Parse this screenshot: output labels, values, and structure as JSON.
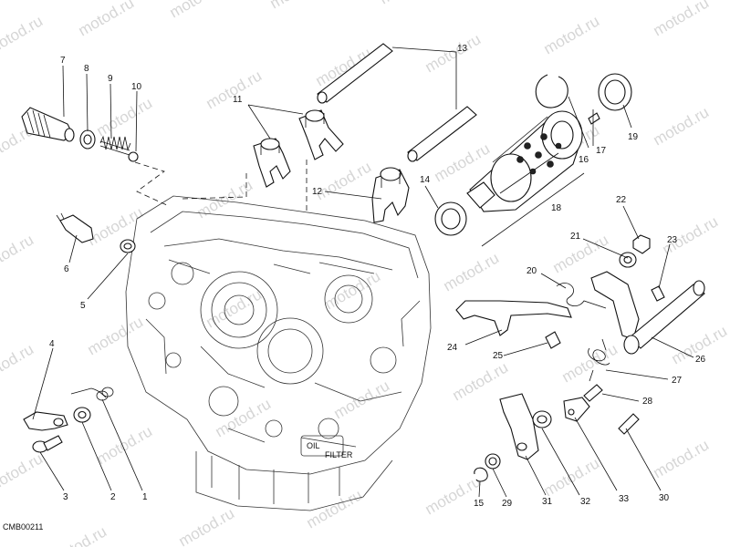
{
  "watermark": "motod.ru",
  "drawing_code": "CMB00211",
  "callouts": [
    "1",
    "2",
    "3",
    "4",
    "5",
    "6",
    "7",
    "8",
    "9",
    "10",
    "11",
    "12",
    "13",
    "14",
    "15",
    "16",
    "17",
    "18",
    "19",
    "20",
    "21",
    "22",
    "23",
    "24",
    "25",
    "26",
    "27",
    "28",
    "29",
    "30",
    "31",
    "32",
    "33"
  ],
  "colors": {
    "line": "#111111",
    "watermark": "#d6d6d6",
    "background": "#ffffff"
  }
}
